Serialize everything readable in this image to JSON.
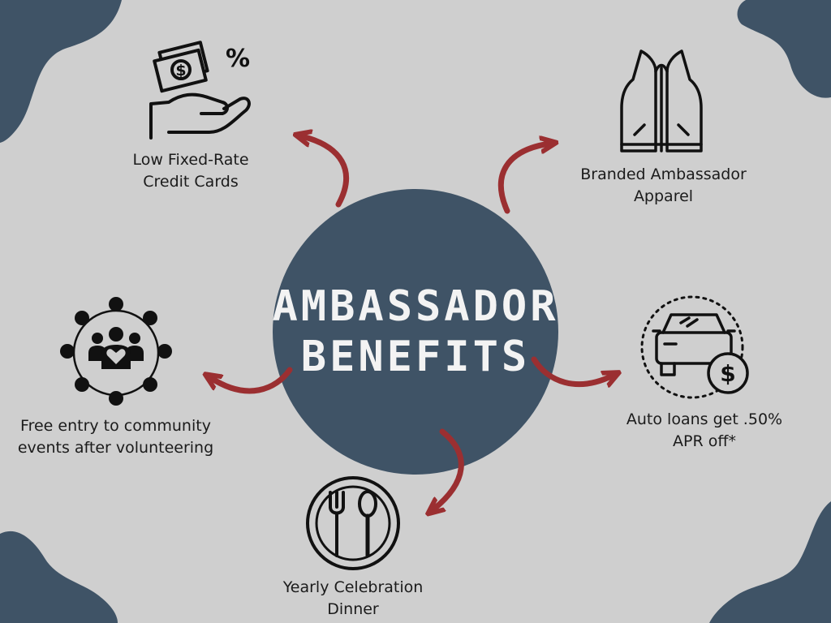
{
  "colors": {
    "background": "#cfcfcf",
    "navy": "#3f5366",
    "arrow": "#9b2f31",
    "text": "#1b1b1b",
    "hub_text": "#f3f3f3"
  },
  "center": {
    "line1": "AMBASSADOR",
    "line2": "BENEFITS"
  },
  "benefits": [
    {
      "icon": "money-hand-percent-icon",
      "line1": "Low Fixed-Rate",
      "line2": "Credit Cards"
    },
    {
      "icon": "vest-icon",
      "line1": "Branded Ambassador",
      "line2": "Apparel"
    },
    {
      "icon": "car-dollar-icon",
      "line1": "Auto loans get .50%",
      "line2": "APR off*"
    },
    {
      "icon": "fork-spoon-plate-icon",
      "line1": "Yearly Celebration",
      "line2": "Dinner"
    },
    {
      "icon": "community-heart-icon",
      "line1": "Free entry to community",
      "line2": "events after volunteering"
    }
  ]
}
